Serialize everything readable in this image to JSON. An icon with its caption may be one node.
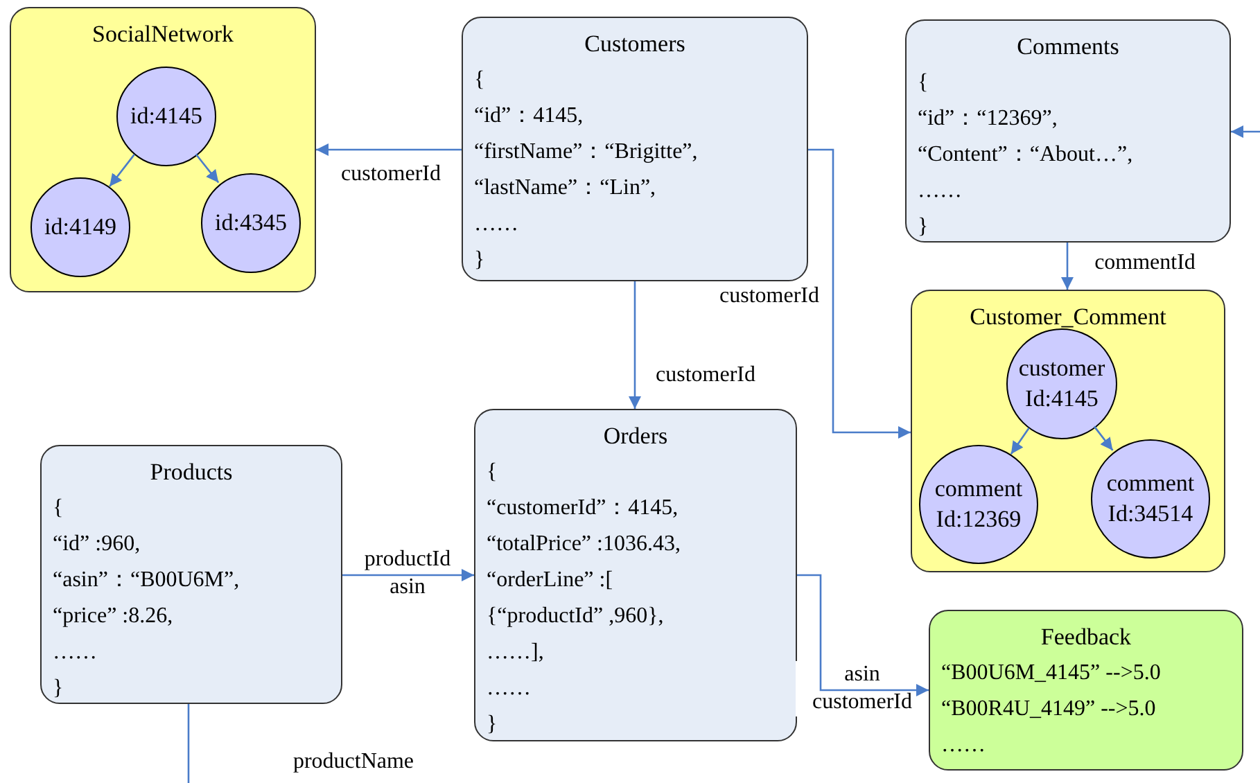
{
  "diagram": {
    "nodes": [
      {
        "text": [
          "SocialNetwork"
        ]
      },
      {
        "text": [
          "id:4145"
        ],
        "in": 0
      },
      {
        "text": [
          "id:4149"
        ],
        "in": 0
      },
      {
        "text": [
          "id:4345"
        ],
        "in": 0
      },
      {
        "text": [
          "Customers",
          "{",
          "“id”：4145,",
          "“firstName”：“Brigitte”,",
          "“lastName”：“Lin”,",
          "……",
          "}"
        ]
      },
      {
        "text": [
          "Comments",
          "{",
          "“id”：“12369”,",
          "“Content”：“About…”,",
          "……",
          "}"
        ]
      },
      {
        "text": [
          "Customer_Comment"
        ]
      },
      {
        "text": [
          "customer Id:4145"
        ],
        "in": 6
      },
      {
        "text": [
          "comment Id:12369"
        ],
        "in": 6
      },
      {
        "text": [
          "comment Id:34514"
        ],
        "in": 6
      },
      {
        "text": [
          "Products",
          "{",
          "“id” :960,",
          "“asin”：“B00U6M”,",
          "“price” :8.26,",
          "……",
          "}"
        ]
      },
      {
        "text": [
          "Orders",
          "{",
          "“customerId”：4145,",
          "“totalPrice” :1036.43,",
          "“orderLine” :[",
          "{“productId” ,960},",
          "……],",
          "……",
          "}"
        ]
      },
      {
        "text": [
          "Feedback",
          "“B00U6M_4145” -->5.0",
          "“B00R4U_4149” -->5.0",
          "……"
        ]
      }
    ],
    "edges": [
      {
        "from": 4,
        "to": 0,
        "arrow": "to",
        "label": "customerId"
      },
      {
        "from": 1,
        "to": 2,
        "arrow": "to"
      },
      {
        "from": 1,
        "to": 3,
        "arrow": "to"
      },
      {
        "from": 4,
        "to": 11,
        "arrow": "to",
        "label": "customerId"
      },
      {
        "from": 4,
        "to": 6,
        "arrow": "to",
        "label": "customerId"
      },
      {
        "from": 5,
        "to": 6,
        "arrow": "to",
        "label": "commentId"
      },
      {
        "from": null,
        "to": 5,
        "arrow": "to"
      },
      {
        "from": 7,
        "to": 8,
        "arrow": "to"
      },
      {
        "from": 7,
        "to": 9,
        "arrow": "to"
      },
      {
        "from": 10,
        "to": 11,
        "arrow": "to",
        "label": "productId asin"
      },
      {
        "from": 11,
        "to": 12,
        "arrow": "to",
        "label": "asin customerId"
      },
      {
        "from": 10,
        "to": null,
        "arrow": "none",
        "label": "productName"
      }
    ]
  }
}
